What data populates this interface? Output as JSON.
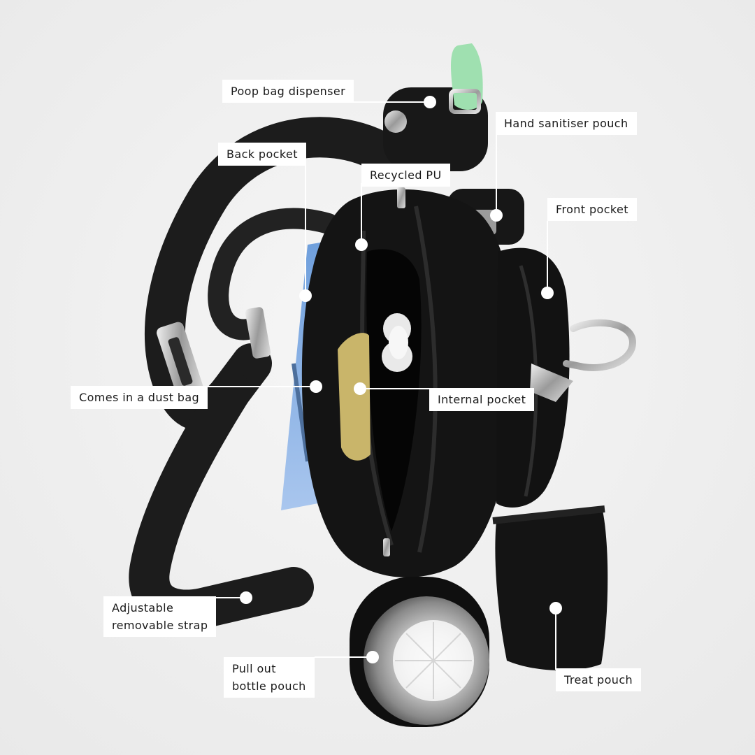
{
  "callouts": {
    "poop_bag_dispenser": "Poop bag dispenser",
    "hand_sanitiser_pouch": "Hand sanitiser pouch",
    "back_pocket": "Back pocket",
    "recycled_pu": "Recycled PU",
    "front_pocket": "Front pocket",
    "dust_bag": "Comes in a dust bag",
    "internal_pocket": "Internal pocket",
    "adjustable_strap": "Adjustable\nremovable strap",
    "bottle_pouch": "Pull out\nbottle pouch",
    "treat_pouch": "Treat pouch"
  },
  "colors": {
    "background": "#eeeeee",
    "bag": "#141414",
    "strap": "#1c1c1c",
    "label_bg": "#ffffff",
    "leader": "#ffffff",
    "poop_bag": "#9fe0b0",
    "dust_bag": "#8fb8e8",
    "internal_pocket": "#c9b56a",
    "metal": "#c8c8c8"
  }
}
